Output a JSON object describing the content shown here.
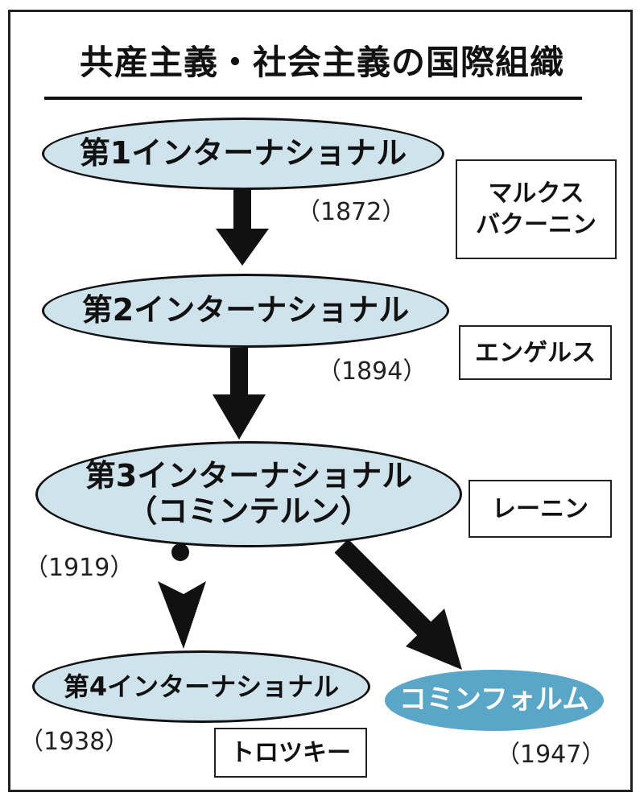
{
  "title": "共産主義・社会主義の国際組織",
  "nodes": {
    "first": {
      "label": "第1インターナショナル",
      "year": "（1872）",
      "people": [
        "マルクス",
        "バクーニン"
      ]
    },
    "second": {
      "label": "第2インターナショナル",
      "year": "（1894）",
      "people": [
        "エンゲルス"
      ]
    },
    "third": {
      "label": "第3インターナショナル",
      "sublabel": "（コミンテルン）",
      "year": "（1919）",
      "people": [
        "レーニン"
      ]
    },
    "fourth": {
      "label": "第4インターナショナル",
      "year": "（1938）",
      "people": [
        "トロツキー"
      ]
    },
    "cominform": {
      "label": "コミンフォルム",
      "year": "（1947）"
    }
  },
  "colors": {
    "ellipse_fill": "#cfe3ec",
    "cominform_fill": "#5aa6c8",
    "stroke": "#111111"
  }
}
